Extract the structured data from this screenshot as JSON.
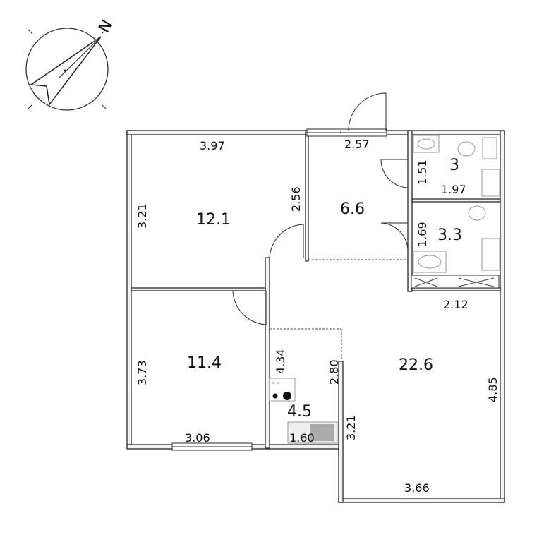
{
  "north_label": "N",
  "rooms": {
    "room_a": {
      "area": "12.1",
      "width": "3.97",
      "depth": "3.21",
      "inner": "2.56"
    },
    "corridor": {
      "area": "6.6",
      "width": "2.57"
    },
    "bath_1": {
      "area": "3",
      "width": "1.97",
      "depth": "1.51"
    },
    "bath_2": {
      "area": "3.3",
      "width": "2.12",
      "depth": "1.69"
    },
    "room_b": {
      "area": "11.4",
      "width": "3.06",
      "depth": "3.73"
    },
    "kitchen": {
      "area": "4.5",
      "width": "1.60",
      "depth": "4.34",
      "inner": "2.80"
    },
    "living": {
      "area": "22.6",
      "width": "3.66",
      "depth": "4.85",
      "inner": "3.21"
    }
  },
  "colors": {
    "wall": "#2a2a2a",
    "fill": "#f4f4f4",
    "fixture": "#9a9a9a"
  }
}
